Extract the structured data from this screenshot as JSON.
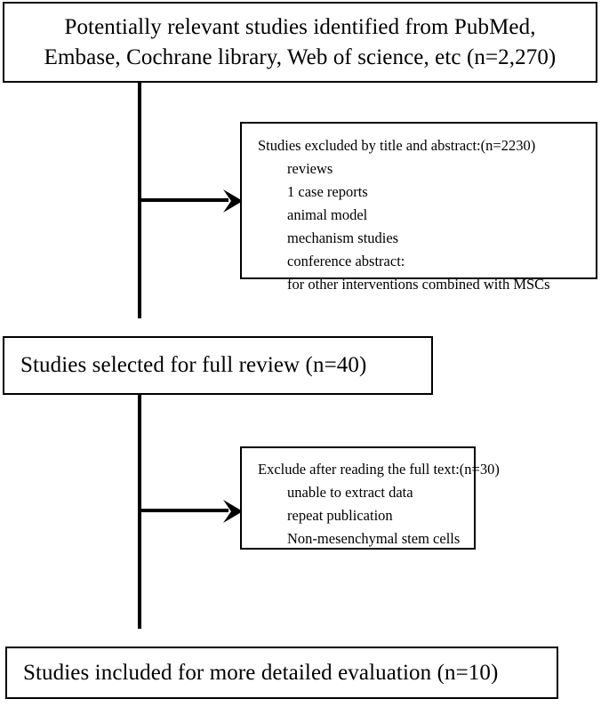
{
  "diagram": {
    "title": "PRISMA-style study selection flow diagram",
    "line_color": "#000000",
    "box_border_color": "#000000",
    "background_color": "#ffffff",
    "nodes": {
      "identified": {
        "line1": "Potentially relevant studies identified from PubMed,",
        "line2": "Embase, Cochrane library, Web of science, etc (n=2,270)",
        "n": "2,270"
      },
      "excluded_title_abstract": {
        "heading": "Studies excluded by title and abstract:(n=2230)",
        "n": "2230",
        "items": [
          "reviews",
          "1 case reports",
          "animal model",
          "mechanism studies",
          "conference abstract:",
          "for other interventions combined with MSCs"
        ]
      },
      "selected_full_review": {
        "text": "Studies selected for full review (n=40)",
        "n": "40"
      },
      "excluded_full_text": {
        "heading": "Exclude after reading the full text:(n=30)",
        "n": "30",
        "items": [
          "unable to extract data",
          "repeat publication",
          "Non-mesenchymal stem cells"
        ]
      },
      "included_detailed": {
        "text": "Studies included for more detailed evaluation (n=10)",
        "n": "10"
      }
    },
    "connectors": [
      {
        "name": "identified-to-selected",
        "type": "vertical-arrow"
      },
      {
        "name": "identified-to-excluded-title-abstract",
        "type": "horizontal-arrow"
      },
      {
        "name": "selected-to-included",
        "type": "vertical-arrow"
      },
      {
        "name": "selected-to-excluded-full-text",
        "type": "horizontal-arrow"
      }
    ]
  }
}
